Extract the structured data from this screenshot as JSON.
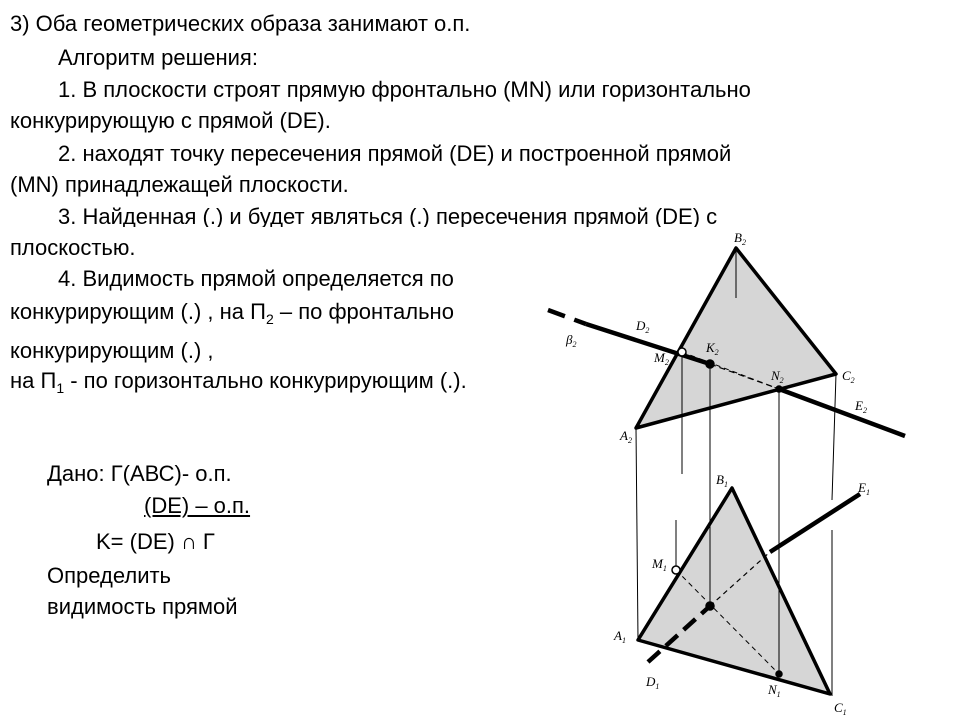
{
  "header": "3) Оба геометрических образа занимают о.п.",
  "algorithm": {
    "title": "Алгоритм решения:",
    "step1_a": "1. В плоскости строят  прямую фронтально (MN) или горизонтально",
    "step1_b": "конкурирующую с прямой (DE).",
    "step2_a": "2. находят точку пересечения прямой (DE) и построенной прямой",
    "step2_b": "(MN) принадлежащей плоскости.",
    "step3_a": "3. Найденная (.) и будет являться (.) пересечения прямой (DE) с",
    "step3_b": "плоскостью.",
    "step4_a": "4. Видимость прямой определяется по",
    "step4_b_pre": "конкурирующим (.) , на П",
    "step4_b_sub": "2",
    "step4_b_post": " – по фронтально",
    "step4_c": "конкурирующим (.) ,",
    "step4_d_pre": "на П",
    "step4_d_sub": "1",
    "step4_d_post": "  - по горизонтально конкурирующим (.)."
  },
  "given": {
    "line1": "Дано:  Г(АВС)- о.п.",
    "line2": "(DE) – о.п.",
    "line3": "K= (DE) ∩ Г",
    "line4": "Определить",
    "line5": "видимость прямой"
  },
  "figure_labels": {
    "B2": [
      "B",
      "2"
    ],
    "D2": [
      "D",
      "2"
    ],
    "beta2": [
      "β",
      "2"
    ],
    "M2": [
      "M",
      "2"
    ],
    "K2": [
      "K",
      "2"
    ],
    "N2": [
      "N",
      "2"
    ],
    "C2": [
      "C",
      "2"
    ],
    "E2": [
      "E",
      "2"
    ],
    "A2": [
      "A",
      "2"
    ],
    "B1": [
      "B",
      "1"
    ],
    "E1": [
      "E",
      "1"
    ],
    "M1": [
      "M",
      "1"
    ],
    "A1": [
      "A",
      "1"
    ],
    "D1": [
      "D",
      "1"
    ],
    "N1": [
      "N",
      "1"
    ],
    "C1": [
      "C",
      "1"
    ]
  },
  "colors": {
    "triangle_fill": "#d6d6d6",
    "ink": "#000000",
    "background": "#ffffff"
  }
}
